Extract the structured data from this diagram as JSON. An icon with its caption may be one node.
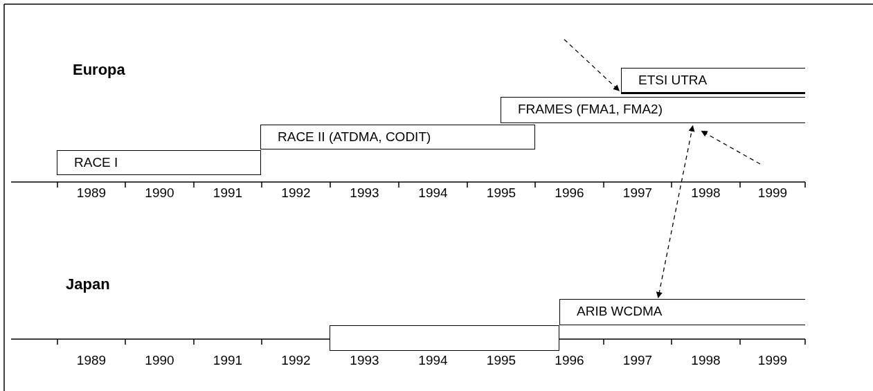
{
  "diagram": {
    "nodes": [
      {
        "text": [
          "ETSI UTRA"
        ]
      },
      {
        "text": [
          "FRAMES (FMA1, FMA2)"
        ]
      },
      {
        "text": [
          "RACE II (ATDMA, CODIT)"
        ]
      },
      {
        "text": [
          "RACE I"
        ]
      },
      {
        "text": [
          "ARIB WCDMA"
        ]
      },
      {
        "text": [],
        "shape": "box"
      }
    ],
    "edges": [
      {
        "from": null,
        "to": 0,
        "arrow": "to",
        "style": "dashed"
      },
      {
        "from": null,
        "to": 1,
        "arrow": "to",
        "style": "dashed"
      },
      {
        "from": 1,
        "to": 4,
        "arrow": "both",
        "style": "dashed"
      }
    ],
    "labels": [
      "Europa",
      "1989",
      "1990",
      "1991",
      "1992",
      "1993",
      "1994",
      "1995",
      "1996",
      "1997",
      "1998",
      "1999",
      "Japan",
      "1989",
      "1990",
      "1991",
      "1992",
      "1993",
      "1994",
      "1995",
      "1996",
      "1997",
      "1998",
      "1999"
    ]
  }
}
